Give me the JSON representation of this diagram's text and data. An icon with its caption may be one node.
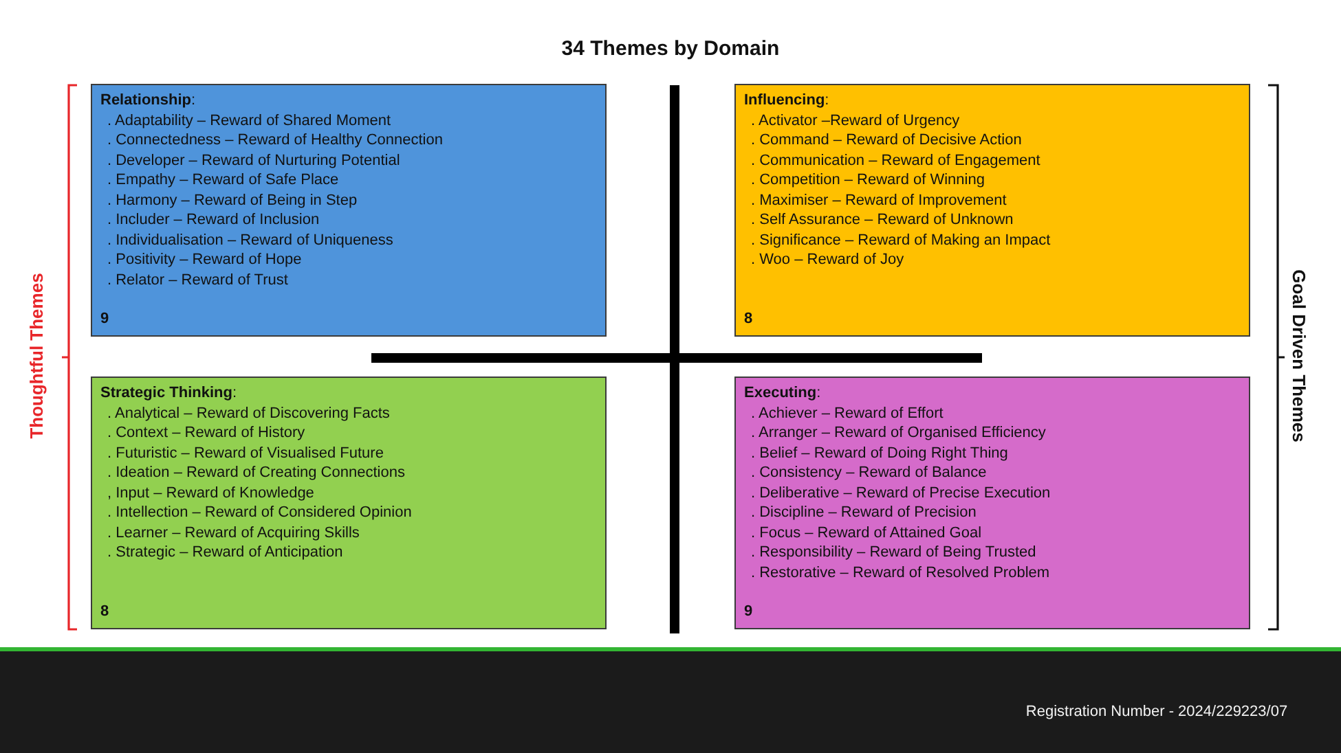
{
  "diagram": {
    "title": "34 Themes by Domain",
    "nodes": [
      {
        "text": [
          "**Relationship**:",
          ". Adaptability – Reward of Shared Moment",
          ". Connectedness – Reward of Healthy Connection",
          ". Developer – Reward of Nurturing Potential",
          ". Empathy – Reward of Safe Place",
          ". Harmony – Reward of Being in Step",
          ". Includer – Reward of Inclusion",
          ". Individualisation – Reward of Uniqueness",
          ". Positivity – Reward of Hope",
          ". Relator – Reward of Trust",
          "9"
        ]
      },
      {
        "text": [
          "**Influencing**:",
          ". Activator –Reward of Urgency",
          ". Command – Reward of Decisive Action",
          ". Communication – Reward of Engagement",
          ". Competition – Reward of Winning",
          ". Maximiser – Reward of Improvement",
          ". Self Assurance – Reward of Unknown",
          ". Significance – Reward of Making an Impact",
          ". Woo – Reward of Joy",
          "8"
        ]
      },
      {
        "text": [
          "**Strategic Thinking**:",
          ". Analytical – Reward of Discovering Facts",
          ". Context – Reward of History",
          ". Futuristic – Reward of Visualised Future",
          ". Ideation – Reward of Creating Connections",
          ", Input – Reward of Knowledge",
          ". Intellection – Reward of Considered Opinion",
          ". Learner – Reward of Acquiring Skills",
          ". Strategic – Reward of Anticipation",
          "8"
        ]
      },
      {
        "text": [
          "**Executing**:",
          ". Achiever – Reward of Effort",
          ". Arranger – Reward of Organised Efficiency",
          ". Belief – Reward of Doing Right Thing",
          ". Consistency – Reward of Balance",
          ". Deliberative – Reward of Precise Execution",
          ". Discipline – Reward of Precision",
          ". Focus – Reward of Attained Goal",
          ". Responsibility – Reward of Being Trusted",
          ". Restorative – Reward of Resolved Problem",
          "9"
        ]
      }
    ],
    "labels": [
      "Thoughtful Themes",
      "Goal Driven Themes",
      "Registration Number - 2024/229223/07"
    ]
  }
}
